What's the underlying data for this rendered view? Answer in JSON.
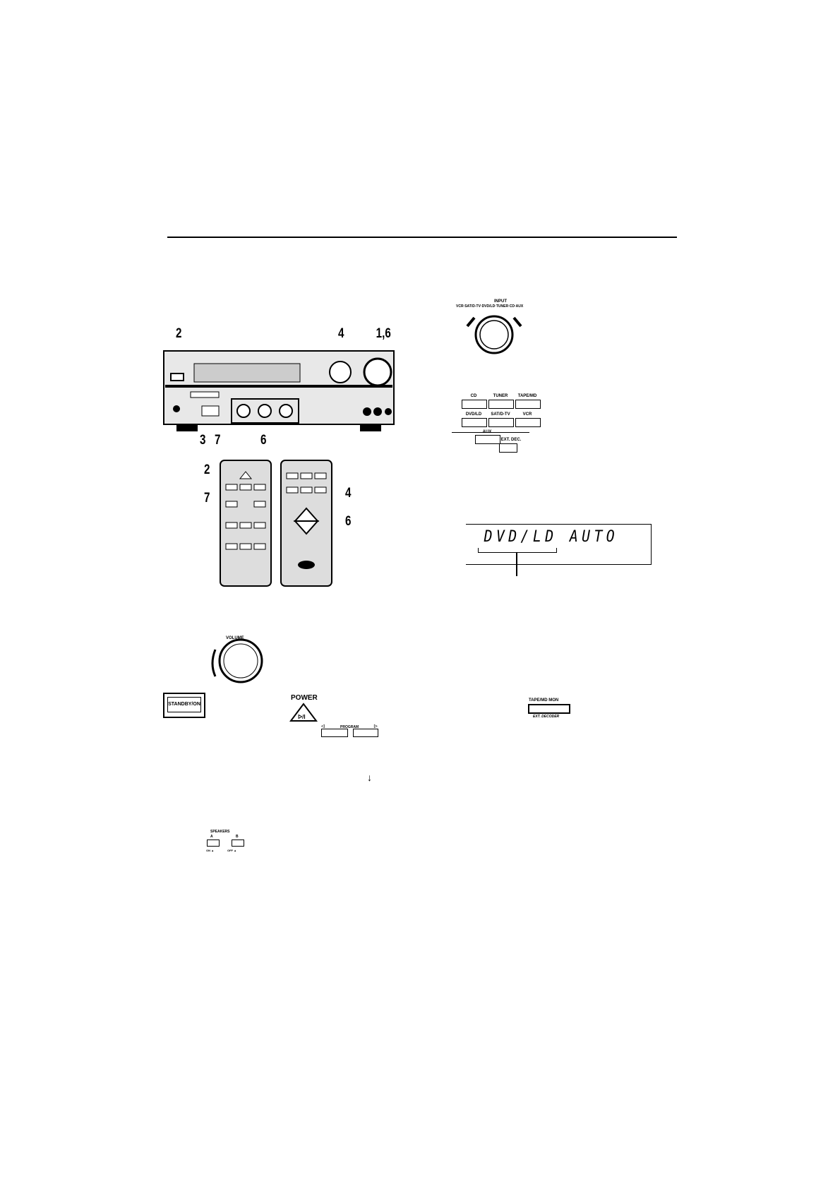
{
  "receiver_callouts": {
    "c2": "2",
    "c4": "4",
    "c16": "1,6",
    "c3": "3",
    "c7": "7",
    "c6": "6"
  },
  "remote_callouts": {
    "c2": "2",
    "c7": "7",
    "c4": "4",
    "c6": "6"
  },
  "input_selector": {
    "label": "INPUT",
    "sources": "VCR·SAT/D-TV·DVD/LD·TUNER·CD·AUX"
  },
  "input_buttons": [
    "CD",
    "TUNER",
    "TAPE/MD",
    "DVD/LD",
    "SAT/D-TV",
    "VCR",
    "AUX",
    "EXT. DEC."
  ],
  "display": {
    "text": "DVD/LD AUTO"
  },
  "volume": {
    "label": "VOLUME"
  },
  "standby": {
    "label": "STANDBY/ON"
  },
  "power": {
    "label": "POWER",
    "symbol": "ᐅ/I"
  },
  "program": {
    "label": "PROGRAM",
    "left": "◁",
    "right": "▷"
  },
  "tape_mon": {
    "label": "TAPE/MD MON",
    "sub": "EXT. DECODER"
  },
  "speakers": {
    "label": "SPEAKERS",
    "a": "A",
    "b": "B",
    "a_sub": "ON ▲",
    "b_sub": "OFF ▲"
  }
}
